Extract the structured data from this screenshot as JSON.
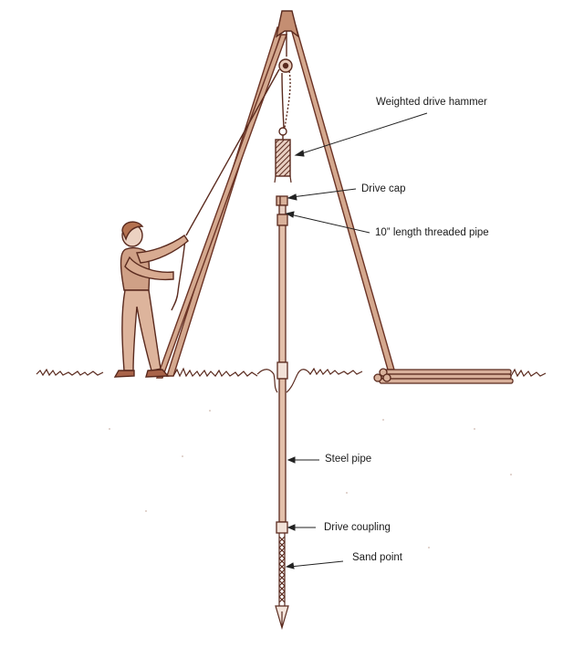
{
  "diagram": {
    "subject": "Driven well installation with tripod and drive hammer",
    "colors": {
      "ink": "#5a2a1e",
      "wood": "#c89a7e",
      "wood_dark": "#7a3c2a",
      "label_text": "#1a1a1a",
      "arrow": "#222222",
      "background": "#ffffff"
    },
    "labels": {
      "hammer": "Weighted drive hammer",
      "drive_cap": "Drive cap",
      "threaded_pipe": "10” length threaded pipe",
      "steel_pipe": "Steel pipe",
      "drive_coupling": "Drive coupling",
      "sand_point": "Sand point"
    }
  }
}
